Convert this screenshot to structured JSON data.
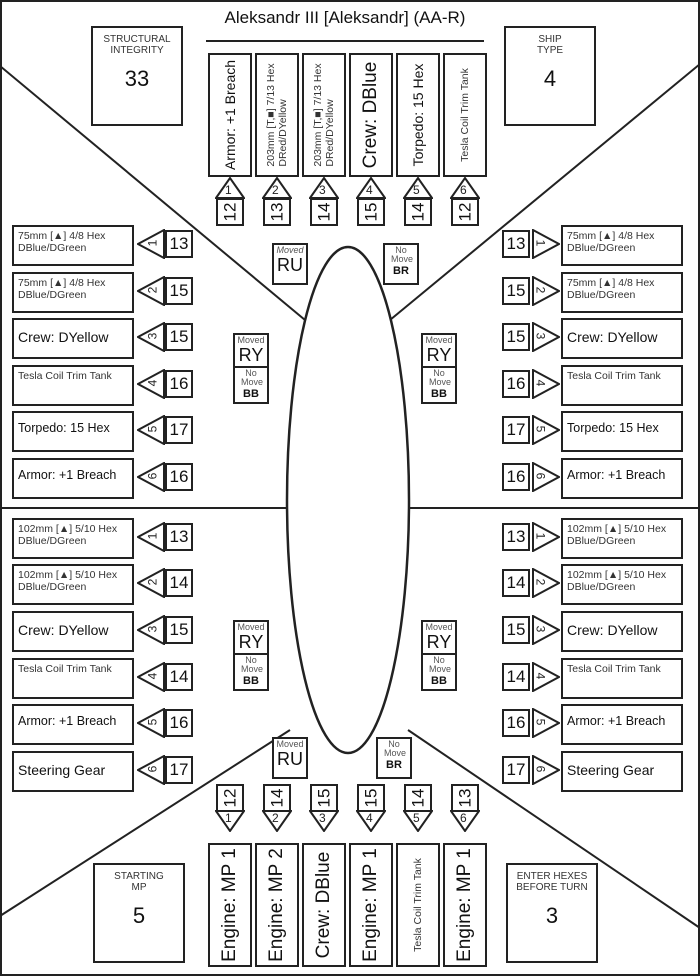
{
  "ship": {
    "name": "Aleksandr III [Aleksandr] (AA-R)"
  },
  "stats": {
    "structural_integrity": {
      "label": "STRUCTURAL INTEGRITY",
      "value": "33"
    },
    "ship_type": {
      "label": "SHIP TYPE",
      "value": "4"
    },
    "starting_mp": {
      "label": "STARTING MP",
      "value": "5"
    },
    "enter_hexes": {
      "label": "ENTER HEXES BEFORE TURN",
      "value": "3"
    }
  },
  "bow": [
    {
      "slot": "1",
      "target": "12",
      "text": "Armor: +1 Breach",
      "size": "big"
    },
    {
      "slot": "2",
      "target": "13",
      "text": "203mm [T,■] 7/13 Hex\nDRed/DYellow",
      "size": "small"
    },
    {
      "slot": "3",
      "target": "14",
      "text": "203mm [T,■] 7/13 Hex\nDRed/DYellow",
      "size": "small"
    },
    {
      "slot": "4",
      "target": "15",
      "text": "Crew: DBlue",
      "size": "xl"
    },
    {
      "slot": "5",
      "target": "14",
      "text": "Torpedo: 15 Hex",
      "size": "big"
    },
    {
      "slot": "6",
      "target": "12",
      "text": "Tesla Coil Trim Tank",
      "size": "small"
    }
  ],
  "stern": [
    {
      "slot": "1",
      "target": "12",
      "text": "Engine: MP 1",
      "size": "xl"
    },
    {
      "slot": "2",
      "target": "14",
      "text": "Engine: MP 2",
      "size": "xl"
    },
    {
      "slot": "3",
      "target": "15",
      "text": "Crew: DBlue",
      "size": "xl"
    },
    {
      "slot": "4",
      "target": "15",
      "text": "Engine: MP 1",
      "size": "xl"
    },
    {
      "slot": "5",
      "target": "14",
      "text": "Tesla Coil Trim Tank",
      "size": "small"
    },
    {
      "slot": "6",
      "target": "13",
      "text": "Engine: MP 1",
      "size": "xl"
    }
  ],
  "port_fore": [
    {
      "slot": "1",
      "target": "13",
      "text": "75mm [▲] 4/8 Hex\nDBlue/DGreen",
      "size": "small"
    },
    {
      "slot": "2",
      "target": "15",
      "text": "75mm [▲] 4/8 Hex\nDBlue/DGreen",
      "size": "small"
    },
    {
      "slot": "3",
      "target": "15",
      "text": "Crew: DYellow",
      "size": "big"
    },
    {
      "slot": "4",
      "target": "16",
      "text": "Tesla Coil Trim Tank",
      "size": "small"
    },
    {
      "slot": "5",
      "target": "17",
      "text": "Torpedo: 15 Hex",
      "size": "mid"
    },
    {
      "slot": "6",
      "target": "16",
      "text": "Armor: +1 Breach",
      "size": "mid"
    }
  ],
  "starboard_fore": [
    {
      "slot": "1",
      "target": "13",
      "text": "75mm [▲] 4/8 Hex\nDBlue/DGreen",
      "size": "small"
    },
    {
      "slot": "2",
      "target": "15",
      "text": "75mm [▲] 4/8 Hex\nDBlue/DGreen",
      "size": "small"
    },
    {
      "slot": "3",
      "target": "15",
      "text": "Crew: DYellow",
      "size": "big"
    },
    {
      "slot": "4",
      "target": "16",
      "text": "Tesla Coil Trim Tank",
      "size": "small"
    },
    {
      "slot": "5",
      "target": "17",
      "text": "Torpedo: 15 Hex",
      "size": "mid"
    },
    {
      "slot": "6",
      "target": "16",
      "text": "Armor: +1 Breach",
      "size": "mid"
    }
  ],
  "port_aft": [
    {
      "slot": "1",
      "target": "13",
      "text": "102mm [▲] 5/10 Hex\nDBlue/DGreen",
      "size": "small"
    },
    {
      "slot": "2",
      "target": "14",
      "text": "102mm [▲] 5/10 Hex\nDBlue/DGreen",
      "size": "small"
    },
    {
      "slot": "3",
      "target": "15",
      "text": "Crew: DYellow",
      "size": "big"
    },
    {
      "slot": "4",
      "target": "14",
      "text": "Tesla Coil Trim Tank",
      "size": "small"
    },
    {
      "slot": "5",
      "target": "16",
      "text": "Armor: +1 Breach",
      "size": "mid"
    },
    {
      "slot": "6",
      "target": "17",
      "text": "Steering Gear",
      "size": "big"
    }
  ],
  "starboard_aft": [
    {
      "slot": "1",
      "target": "13",
      "text": "102mm [▲] 5/10 Hex\nDBlue/DGreen",
      "size": "small"
    },
    {
      "slot": "2",
      "target": "14",
      "text": "102mm [▲] 5/10 Hex\nDBlue/DGreen",
      "size": "small"
    },
    {
      "slot": "3",
      "target": "15",
      "text": "Crew: DYellow",
      "size": "big"
    },
    {
      "slot": "4",
      "target": "14",
      "text": "Tesla Coil Trim Tank",
      "size": "small"
    },
    {
      "slot": "5",
      "target": "16",
      "text": "Armor: +1 Breach",
      "size": "mid"
    },
    {
      "slot": "6",
      "target": "17",
      "text": "Steering Gear",
      "size": "big"
    }
  ],
  "movement": {
    "bow_left": {
      "label": "Moved",
      "code": "RU"
    },
    "bow_right": {
      "label": "No Move",
      "code": "BR"
    },
    "port_fore": {
      "moved_label": "Moved",
      "moved_code": "RY",
      "nomove_label": "No Move",
      "nomove_code": "BB"
    },
    "starboard_fore": {
      "moved_label": "Moved",
      "moved_code": "RY",
      "nomove_label": "No Move",
      "nomove_code": "BB"
    },
    "port_aft": {
      "moved_label": "Moved",
      "moved_code": "RY",
      "nomove_label": "No Move",
      "nomove_code": "BB"
    },
    "starboard_aft": {
      "moved_label": "Moved",
      "moved_code": "RY",
      "nomove_label": "No Move",
      "nomove_code": "BB"
    },
    "stern_left": {
      "label": "Moved",
      "code": "RU"
    },
    "stern_right": {
      "label": "No Move",
      "code": "BR"
    }
  }
}
